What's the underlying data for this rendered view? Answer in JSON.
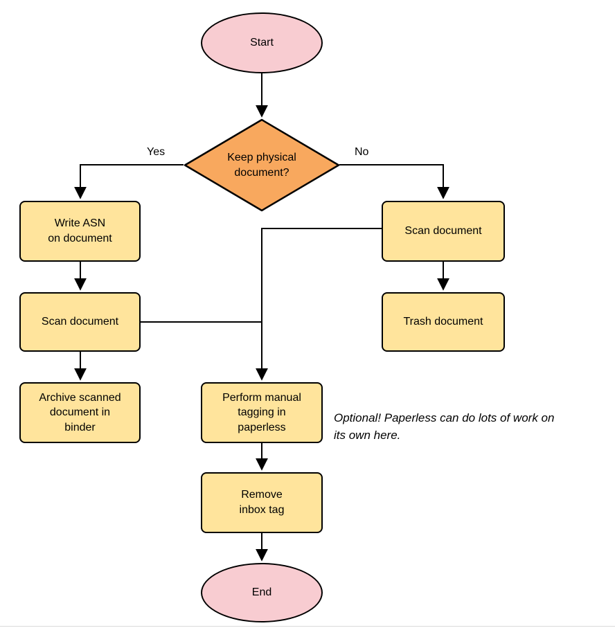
{
  "diagram": {
    "nodes": {
      "start": "Start",
      "decision": "Keep physical\ndocument?",
      "write_asn": "Write ASN\non document",
      "scan_left": "Scan document",
      "archive": "Archive scanned\ndocument in\nbinder",
      "scan_right": "Scan document",
      "trash": "Trash document",
      "tagging": "Perform manual\ntagging in\npaperless",
      "remove_inbox": "Remove\ninbox tag",
      "end": "End"
    },
    "edge_labels": {
      "yes": "Yes",
      "no": "No"
    },
    "annotation": "Optional! Paperless can do lots of work on\nits own here.",
    "colors": {
      "terminal_fill": "#f8ccd1",
      "decision_fill": "#f8a85e",
      "process_fill": "#ffe49c",
      "stroke": "#000000"
    }
  }
}
